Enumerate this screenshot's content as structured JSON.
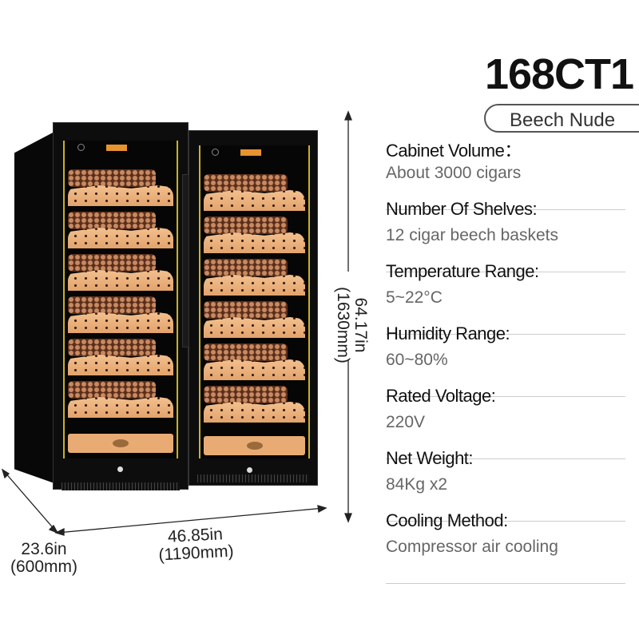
{
  "product": {
    "model": "168CT1",
    "color_variant": "Beech Nude"
  },
  "specs": [
    {
      "label": "Cabinet Volume：",
      "value": "About 3000 cigars"
    },
    {
      "label": "Number Of Shelves:",
      "value": "12 cigar beech baskets"
    },
    {
      "label": "Temperature Range:",
      "value": "5~22°C"
    },
    {
      "label": "Humidity Range:",
      "value": "60~80%"
    },
    {
      "label": "Rated Voltage:",
      "value": "220V"
    },
    {
      "label": "Net Weight:",
      "value": "84Kg x2"
    },
    {
      "label": "Cooling Method:",
      "value": "Compressor air cooling"
    }
  ],
  "dimensions": {
    "height_in": "64.17in",
    "height_mm": "(1630mm)",
    "width_in": "46.85in",
    "width_mm": "(1190mm)",
    "depth_in": "23.6in",
    "depth_mm": "(600mm)"
  },
  "colors": {
    "trim": "#c9b02a",
    "wood": "#e9ab74",
    "body": "#0d0d0d"
  }
}
